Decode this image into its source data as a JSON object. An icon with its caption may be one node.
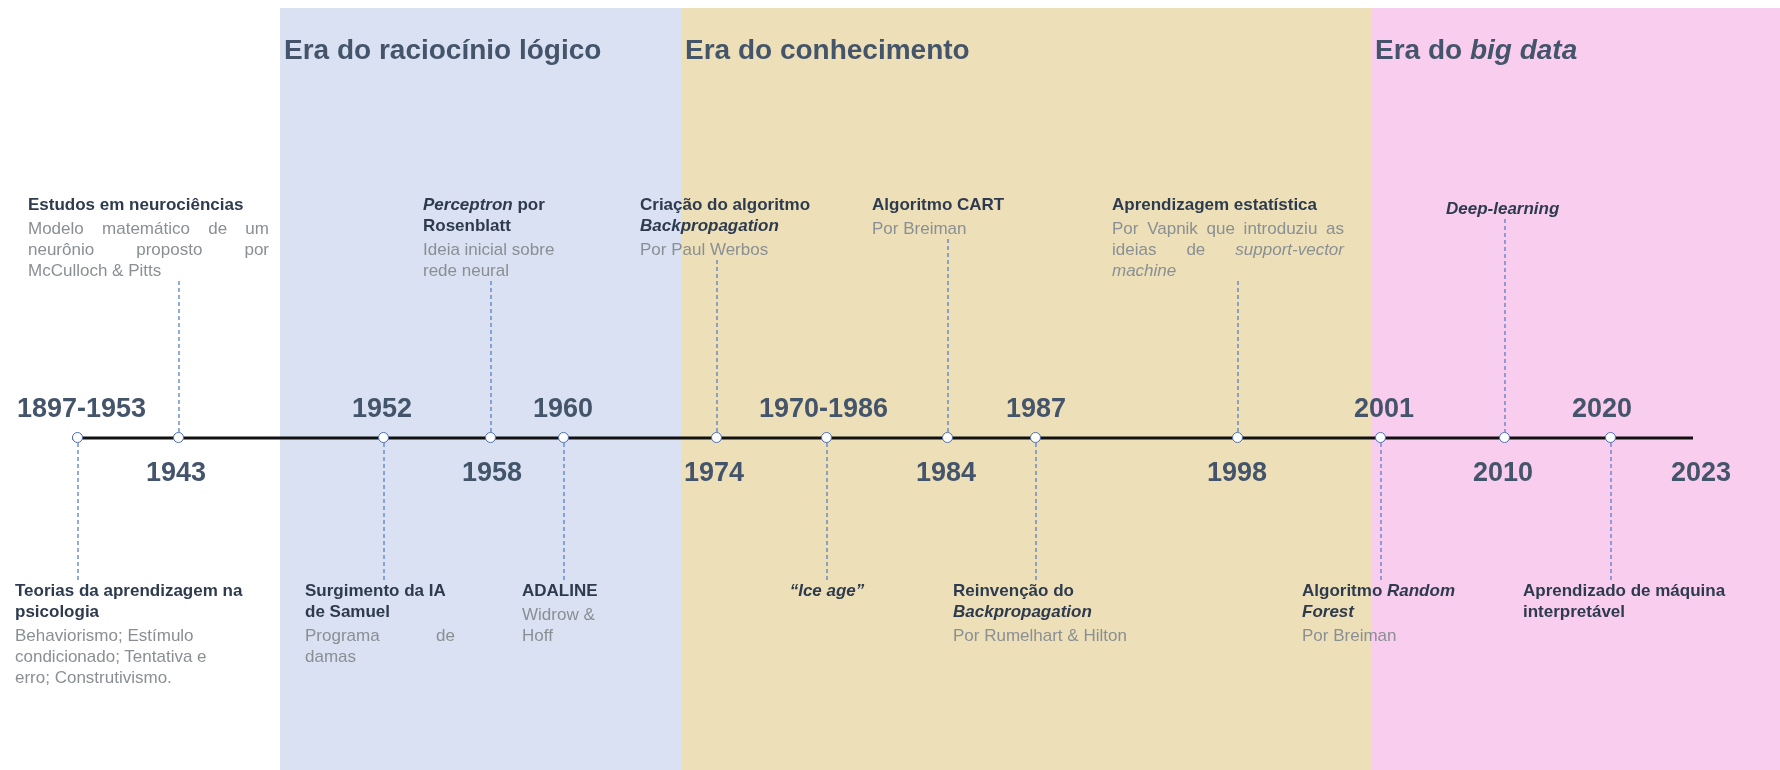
{
  "diagram": {
    "nodes": [
      {
        "text": [
          "Era do raciocínio lógico"
        ]
      },
      {
        "text": [
          "Era do conhecimento"
        ]
      },
      {
        "text": [
          "Era do *big data*"
        ]
      },
      {
        "text": [
          "Estudos em neurociências",
          "Modelo matemático de um neurônio proposto por McCulloch & Pitts"
        ]
      },
      {
        "text": [
          "*Perceptron* por Rosenblatt",
          "Ideia inicial sobre rede neural"
        ],
        "in": 0
      },
      {
        "text": [
          "Criação do algoritmo *Backpropagation*",
          "Por Paul Werbos"
        ]
      },
      {
        "text": [
          "Algoritmo CART",
          "Por Breiman"
        ],
        "in": 1
      },
      {
        "text": [
          "Aprendizagem estatística",
          "Por Vapnik que introduziu as ideias de *support-vector machine*"
        ],
        "in": 1
      },
      {
        "text": [
          "Deep-learning"
        ],
        "in": 2
      },
      {
        "text": [],
        "shape": "circle",
        "beside": [
          "1897-1953"
        ]
      },
      {
        "text": [],
        "shape": "circle",
        "beside": [
          "1943"
        ]
      },
      {
        "text": [],
        "shape": "circle",
        "in": 0,
        "beside": [
          "1952"
        ]
      },
      {
        "text": [],
        "shape": "circle",
        "in": 0,
        "beside": [
          "1958"
        ]
      },
      {
        "text": [],
        "shape": "circle",
        "in": 0,
        "beside": [
          "1960"
        ]
      },
      {
        "text": [],
        "shape": "circle",
        "in": 1,
        "beside": [
          "1974"
        ]
      },
      {
        "text": [],
        "shape": "circle",
        "in": 1,
        "beside": [
          "1970-1986"
        ]
      },
      {
        "text": [],
        "shape": "circle",
        "in": 1,
        "beside": [
          "1984"
        ]
      },
      {
        "text": [],
        "shape": "circle",
        "in": 1,
        "beside": [
          "1987"
        ]
      },
      {
        "text": [],
        "shape": "circle",
        "in": 1,
        "beside": [
          "1998"
        ]
      },
      {
        "text": [],
        "shape": "circle",
        "in": 2,
        "beside": [
          "2001"
        ]
      },
      {
        "text": [],
        "shape": "circle",
        "in": 2,
        "beside": [
          "2010"
        ]
      },
      {
        "text": [],
        "shape": "circle",
        "in": 2,
        "beside": [
          "2020"
        ]
      },
      {
        "text": [
          "Teorias da aprendizagem na psicologia",
          "Behaviorismo; Estímulo condicionado; Tentativa e erro; Construtivismo."
        ]
      },
      {
        "text": [
          "Surgimento da IA de Samuel",
          "Programa de damas"
        ],
        "in": 0
      },
      {
        "text": [
          "ADALINE",
          "Widrow & Hoff"
        ],
        "in": 0
      },
      {
        "text": [
          "“Ice age”"
        ],
        "in": 1
      },
      {
        "text": [
          "Reinvenção do *Backpropagation*",
          "Por Rumelhart & Hilton"
        ],
        "in": 1
      },
      {
        "text": [
          "Algoritmo *Random Forest*",
          "Por Breiman"
        ]
      },
      {
        "text": [
          "Aprendizado de máquina interpretável"
        ],
        "in": 2
      }
    ],
    "edges": [
      {
        "from": 3,
        "to": 10,
        "arrow": "none",
        "style": "dashed"
      },
      {
        "from": 4,
        "to": 12,
        "arrow": "none",
        "style": "dashed"
      },
      {
        "from": 5,
        "to": 14,
        "arrow": "none",
        "style": "dashed"
      },
      {
        "from": 6,
        "to": 16,
        "arrow": "none",
        "style": "dashed"
      },
      {
        "from": 7,
        "to": 18,
        "arrow": "none",
        "style": "dashed"
      },
      {
        "from": 8,
        "to": 20,
        "arrow": "none",
        "style": "dashed"
      },
      {
        "from": 22,
        "to": 9,
        "arrow": "none",
        "style": "dashed"
      },
      {
        "from": 23,
        "to": 11,
        "arrow": "none",
        "style": "dashed"
      },
      {
        "from": 24,
        "to": 13,
        "arrow": "none",
        "style": "dashed"
      },
      {
        "from": 25,
        "to": 15,
        "arrow": "none",
        "style": "dashed"
      },
      {
        "from": 26,
        "to": 17,
        "arrow": "none",
        "style": "dashed"
      },
      {
        "from": 27,
        "to": 19,
        "arrow": "none",
        "style": "dashed"
      },
      {
        "from": 28,
        "to": 21,
        "arrow": "none",
        "style": "dashed"
      }
    ],
    "labels": [
      "2023"
    ]
  }
}
